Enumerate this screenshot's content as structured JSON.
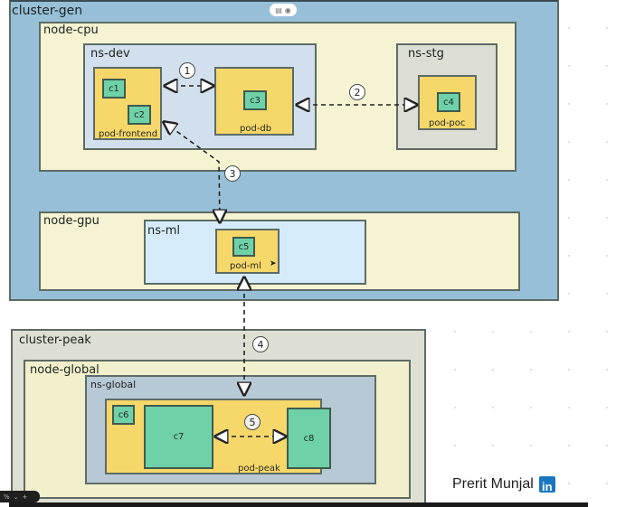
{
  "toolbar": {
    "pill_icons": [
      "layout-icon",
      "eye-icon"
    ],
    "pill_glyphs": [
      "▤",
      "◉"
    ],
    "zoom_control": {
      "value_label": "%",
      "dropdown_glyph": "⌄",
      "plus_glyph": "+"
    }
  },
  "clusters": {
    "gen": {
      "label": "cluster-gen",
      "nodes": {
        "cpu": {
          "label": "node-cpu",
          "namespaces": {
            "dev": {
              "label": "ns-dev",
              "pods": {
                "frontend": {
                  "label": "pod-frontend",
                  "containers": [
                    "c1",
                    "c2"
                  ]
                },
                "db": {
                  "label": "pod-db",
                  "containers": [
                    "c3"
                  ]
                }
              }
            },
            "stg": {
              "label": "ns-stg",
              "pods": {
                "poc": {
                  "label": "pod-poc",
                  "containers": [
                    "c4"
                  ]
                }
              }
            }
          }
        },
        "gpu": {
          "label": "node-gpu",
          "namespaces": {
            "ml": {
              "label": "ns-ml",
              "pods": {
                "ml": {
                  "label": "pod-ml",
                  "containers": [
                    "c5"
                  ]
                }
              }
            }
          }
        }
      }
    },
    "peak": {
      "label": "cluster-peak",
      "nodes": {
        "global": {
          "label": "node-global",
          "namespaces": {
            "global": {
              "label": "ns-global",
              "pods": {
                "peak": {
                  "label": "pod-peak",
                  "containers": [
                    "c6",
                    "c7",
                    "c8"
                  ]
                }
              }
            }
          }
        }
      }
    }
  },
  "connections": [
    {
      "step": "1",
      "from": "pod-frontend",
      "to": "pod-db",
      "style": "dashed",
      "arrows": "both"
    },
    {
      "step": "2",
      "from": "pod-db",
      "to": "pod-poc",
      "style": "dashed",
      "arrows": "both"
    },
    {
      "step": "3",
      "from": "pod-frontend",
      "to": "ns-ml",
      "style": "dashed",
      "arrows": "both"
    },
    {
      "step": "4",
      "from": "pod-ml",
      "to": "pod-peak",
      "style": "dashed",
      "arrows": "both"
    },
    {
      "step": "5",
      "from": "c7",
      "to": "c8",
      "style": "dashed",
      "arrows": "both"
    }
  ],
  "watermark": {
    "author": "Prerit Munjal",
    "badge": "in"
  },
  "colors": {
    "cluster_gen": "#97c0d8",
    "cluster_peak": "#dedfd3",
    "node": "#f5f3d1",
    "ns_dev": "#d2dfec",
    "ns_stg": "#dcded5",
    "ns_ml": "#d6ebfa",
    "ns_global": "#b8c9d6",
    "pod": "#f5d76a",
    "container": "#6fd1a8",
    "linkedin": "#1a78c2"
  }
}
